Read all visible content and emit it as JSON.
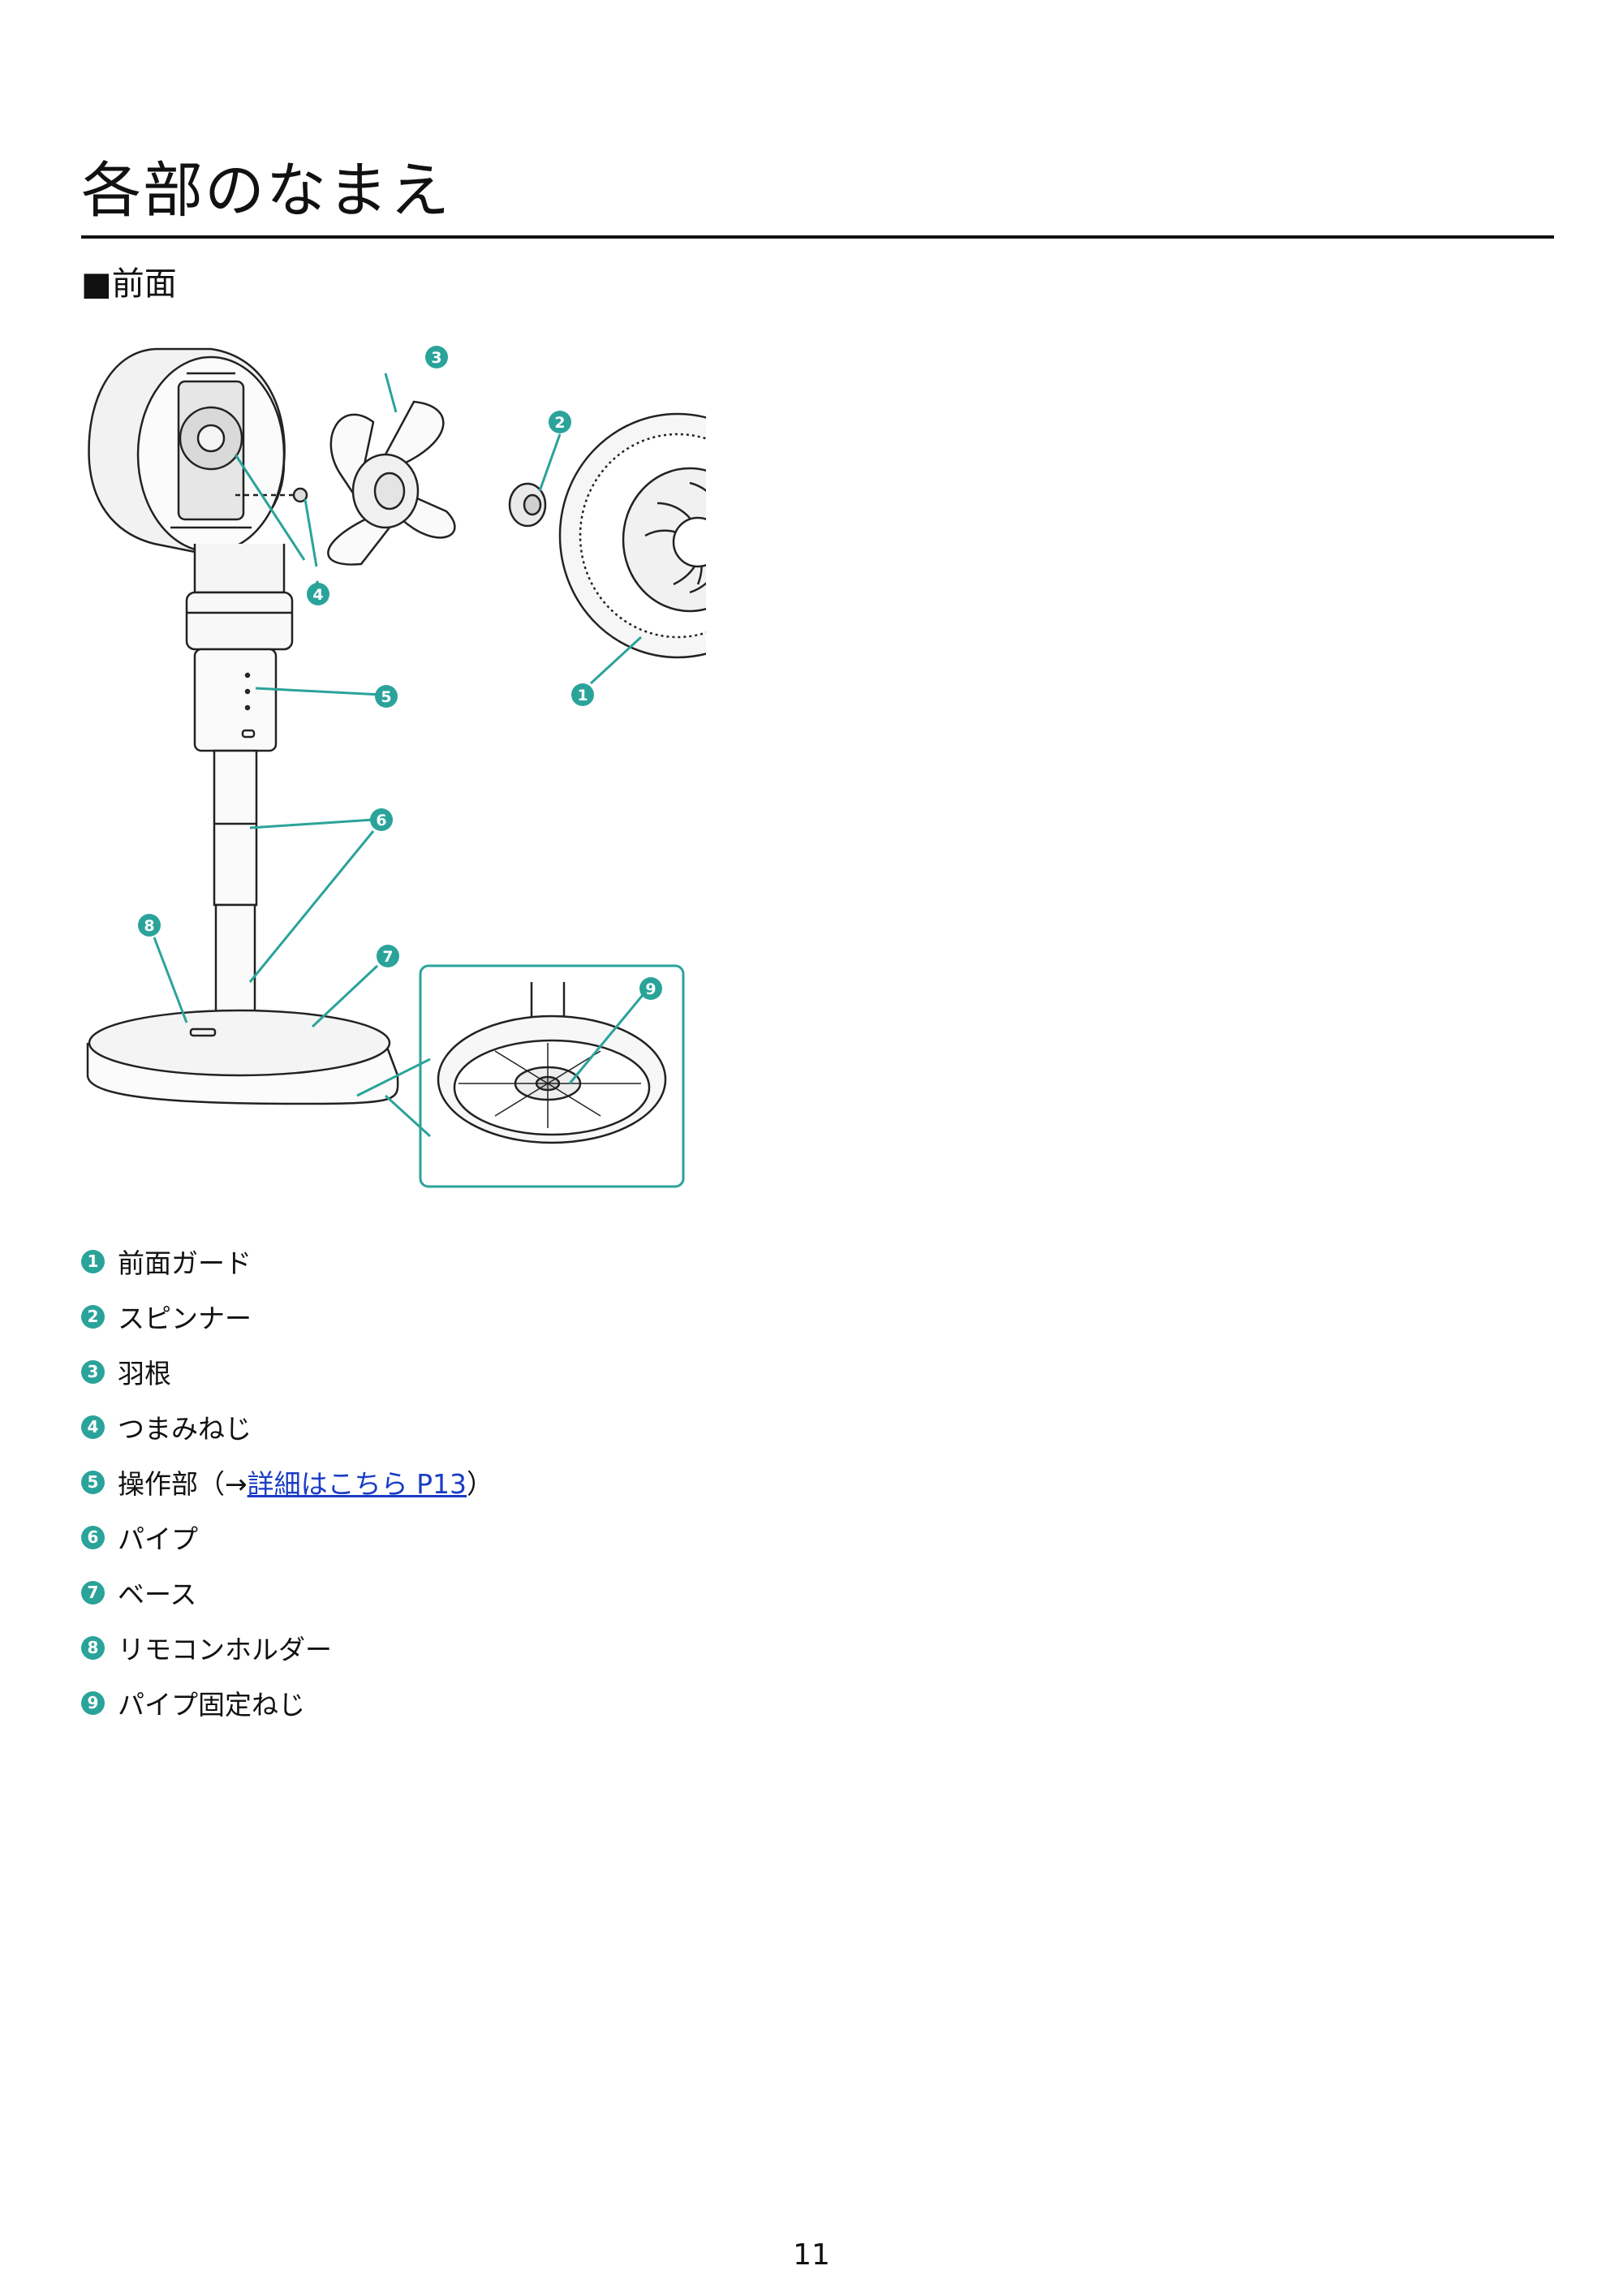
{
  "page": {
    "title": "各部のなまえ",
    "section": "■前面",
    "number": "11"
  },
  "colors": {
    "accent": "#2aa39a",
    "link": "#1a3cc4",
    "rule": "#111111"
  },
  "callouts": [
    "1",
    "2",
    "3",
    "4",
    "5",
    "6",
    "7",
    "8",
    "9"
  ],
  "legend": [
    {
      "num": "1",
      "label": "前面ガード"
    },
    {
      "num": "2",
      "label": "スピンナー"
    },
    {
      "num": "3",
      "label": "羽根"
    },
    {
      "num": "4",
      "label": "つまみねじ"
    },
    {
      "num": "5",
      "label": "操作部（→",
      "link": "詳細はこちら P13",
      "suffix": "）"
    },
    {
      "num": "6",
      "label": "パイプ"
    },
    {
      "num": "7",
      "label": "ベース"
    },
    {
      "num": "8",
      "label": "リモコンホルダー"
    },
    {
      "num": "9",
      "label": "パイプ固定ねじ"
    }
  ]
}
